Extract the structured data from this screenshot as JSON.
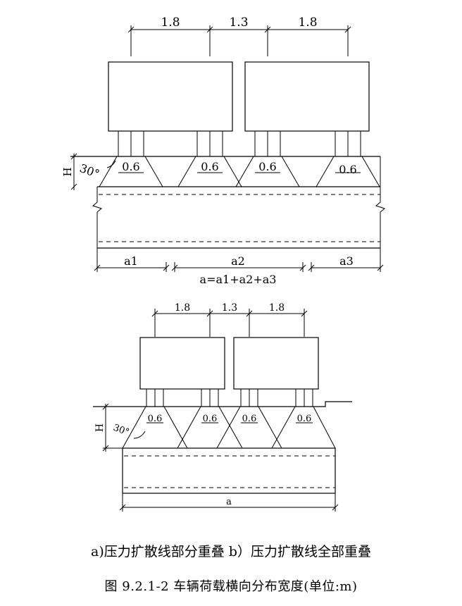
{
  "diagram_a": {
    "spacing_labels": [
      "1.8",
      "1.3",
      "1.8"
    ],
    "wheel_labels": [
      "0.6",
      "0.6",
      "0.6",
      "0.6"
    ],
    "depth_label": "H",
    "angle_label": "30°",
    "width_labels": [
      "a1",
      "a2",
      "a3"
    ],
    "formula": "a=a1+a2+a3"
  },
  "diagram_b": {
    "spacing_labels": [
      "1.8",
      "1.3",
      "1.8"
    ],
    "wheel_labels": [
      "0.6",
      "0.6",
      "0.6",
      "0.6"
    ],
    "depth_label": "H",
    "angle_label": "30°",
    "width_label": "a"
  },
  "captions": {
    "subcaption": "a)压力扩散线部分重叠 b）压力扩散线全部重叠",
    "figure_caption": "图 9.2.1-2 车辆荷载横向分布宽度(单位:m)"
  }
}
